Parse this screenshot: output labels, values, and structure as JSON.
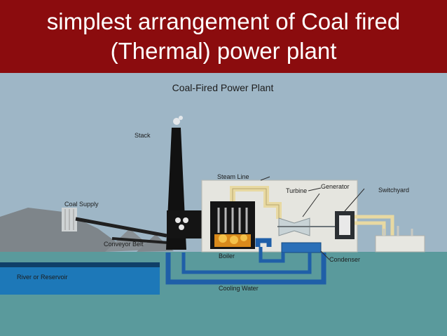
{
  "slide": {
    "title_line1": "simplest arrangement of Coal fired",
    "title_line2": "(Thermal) power plant"
  },
  "diagram": {
    "title": "Coal-Fired Power Plant",
    "labels": {
      "stack": "Stack",
      "steam_line": "Steam Line",
      "generator": "Generator",
      "turbine": "Turbine",
      "switchyard": "Switchyard",
      "coal_supply": "Coal Supply",
      "conveyor_belt": "Conveyor Belt",
      "boiler": "Boiler",
      "condenser": "Condenser",
      "river_or_reservoir": "River or Reservoir",
      "cooling_water": "Cooling Water"
    },
    "colors": {
      "title_bar": "#8b0c0e",
      "sky": "#9eb6c6",
      "ground": "#5a9a9c",
      "water": "#1d78b8",
      "pipe": "#1f5fa8",
      "steam_line": "#e8d9a2",
      "building": "#e5e5df"
    }
  }
}
